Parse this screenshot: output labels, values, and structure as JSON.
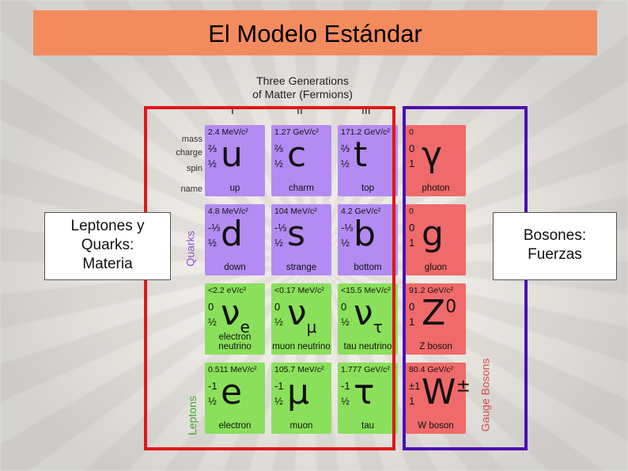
{
  "title": "El Modelo Estándar",
  "generations_title_line1": "Three Generations",
  "generations_title_line2": "of Matter (Fermions)",
  "generation_numbers": [
    "I",
    "II",
    "III"
  ],
  "row_labels": [
    "mass",
    "charge",
    "spin",
    "name"
  ],
  "group_labels": {
    "quarks": "Quarks",
    "leptons": "Leptons",
    "bosons": "Gauge Bosons"
  },
  "callouts": {
    "left": [
      "Leptones y",
      "Quarks:",
      "Materia"
    ],
    "right": [
      "Bosones:",
      "Fuerzas"
    ]
  },
  "colors": {
    "quark": "#b38bf2",
    "lepton": "#8ae05a",
    "boson": "#ef6a6a",
    "matter_frame": "#e01818",
    "force_frame": "#4a10b0",
    "title_bg": "#f48b5e"
  },
  "particles": [
    {
      "mass": "2.4 MeV/c²",
      "charge": "⅔",
      "spin": "½",
      "symbol": "u",
      "name": "up"
    },
    {
      "mass": "1.27 GeV/c²",
      "charge": "⅔",
      "spin": "½",
      "symbol": "c",
      "name": "charm"
    },
    {
      "mass": "171.2 GeV/c²",
      "charge": "⅔",
      "spin": "½",
      "symbol": "t",
      "name": "top"
    },
    {
      "mass": "0",
      "charge": "0",
      "spin": "1",
      "symbol": "γ",
      "name": "photon"
    },
    {
      "mass": "4.8 MeV/c²",
      "charge": "-⅓",
      "spin": "½",
      "symbol": "d",
      "name": "down"
    },
    {
      "mass": "104 MeV/c²",
      "charge": "-⅓",
      "spin": "½",
      "symbol": "s",
      "name": "strange"
    },
    {
      "mass": "4.2 GeV/c²",
      "charge": "-⅓",
      "spin": "½",
      "symbol": "b",
      "name": "bottom"
    },
    {
      "mass": "0",
      "charge": "0",
      "spin": "1",
      "symbol": "g",
      "name": "gluon"
    },
    {
      "mass": "<2.2 eV/c²",
      "charge": "0",
      "spin": "½",
      "symbol": "ν",
      "sub": "e",
      "name": "electron neutrino"
    },
    {
      "mass": "<0.17 MeV/c²",
      "charge": "0",
      "spin": "½",
      "symbol": "ν",
      "sub": "μ",
      "name": "muon neutrino"
    },
    {
      "mass": "<15.5 MeV/c²",
      "charge": "0",
      "spin": "½",
      "symbol": "ν",
      "sub": "τ",
      "name": "tau neutrino"
    },
    {
      "mass": "91.2 GeV/c²",
      "charge": "0",
      "spin": "1",
      "symbol": "Z",
      "sup": "0",
      "name": "Z boson"
    },
    {
      "mass": "0.511 MeV/c²",
      "charge": "-1",
      "spin": "½",
      "symbol": "e",
      "name": "electron"
    },
    {
      "mass": "105.7 MeV/c²",
      "charge": "-1",
      "spin": "½",
      "symbol": "μ",
      "name": "muon"
    },
    {
      "mass": "1.777 GeV/c²",
      "charge": "-1",
      "spin": "½",
      "symbol": "τ",
      "name": "tau"
    },
    {
      "mass": "80.4 GeV/c²",
      "charge": "±1",
      "spin": "1",
      "symbol": "W",
      "sup": "±",
      "name": "W boson"
    }
  ]
}
